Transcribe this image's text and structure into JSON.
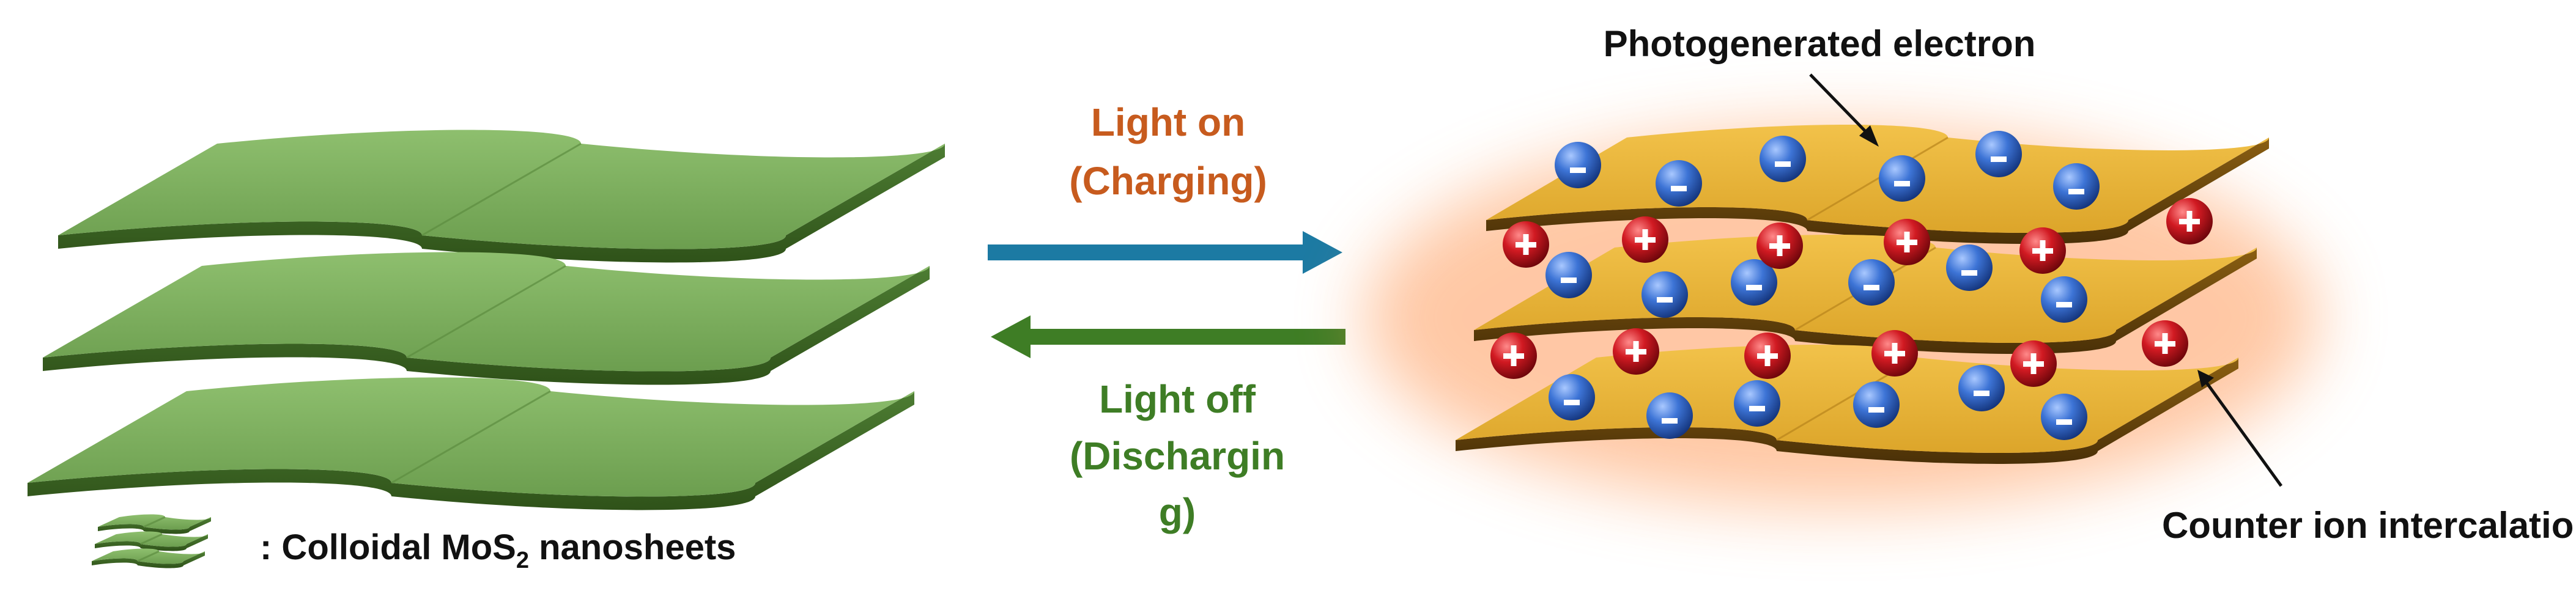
{
  "labels": {
    "light_on_line1": "Light on",
    "light_on_line2": "(Charging)",
    "light_off_line1": "Light off",
    "light_off_line2": "(Dischargin",
    "light_off_line3": "g)",
    "photogenerated": "Photogenerated electron",
    "counter_ion": "Counter ion intercalation",
    "legend_prefix": ": Colloidal MoS",
    "legend_sub": "2",
    "legend_suffix": " nanosheets",
    "plus_sign": "+",
    "minus_sign": "−"
  },
  "colors": {
    "green_sheet": "#77a85a",
    "green_edge": "#3d6626",
    "yellow_sheet": "#e8b334",
    "yellow_edge": "#6e4a0c",
    "glow": "#ff9b5c",
    "blue_arrow": "#1c7aa3",
    "green_arrow": "#3e7d25",
    "orange_text": "#c75b1e",
    "green_text": "#3e7d25",
    "electron": "#2d5fbf",
    "cation": "#c0161e"
  },
  "icons": {
    "electron": "electron-minus-icon",
    "cation": "cation-plus-icon",
    "legend": "stacked-nanosheet-icon"
  }
}
